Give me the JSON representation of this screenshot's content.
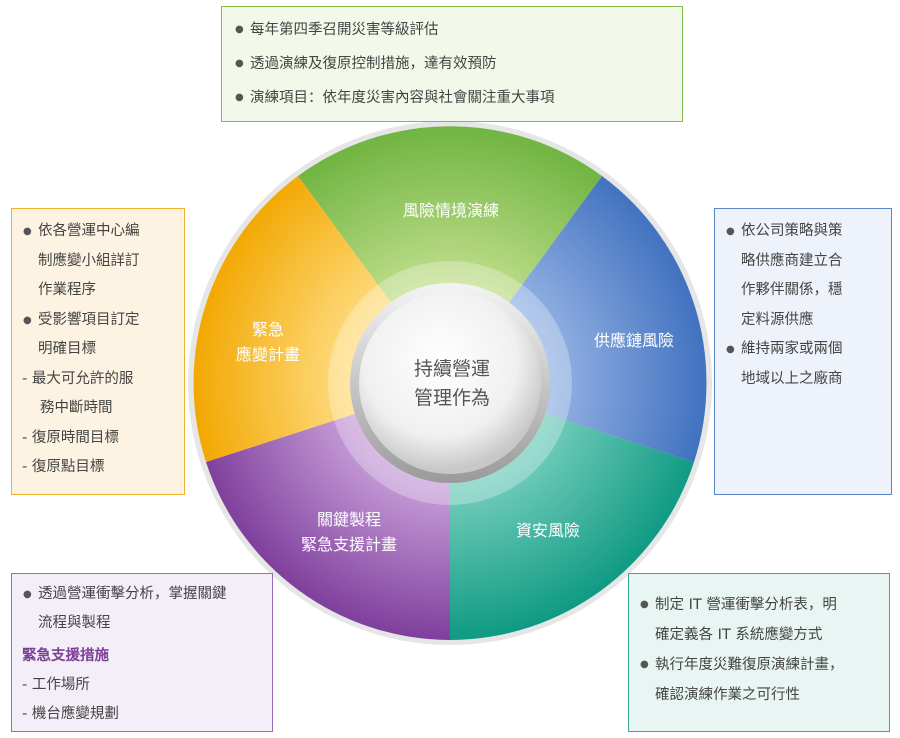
{
  "center": {
    "line1": "持續營運",
    "line2": "管理作為"
  },
  "segments": {
    "top": {
      "line1": "風險情境演練",
      "color": "#7cbf4d"
    },
    "right": {
      "line1": "供應鏈風險",
      "color": "#4f7fc6"
    },
    "bottom_right": {
      "line1": "資安風險",
      "color": "#1fa38e"
    },
    "bottom_left": {
      "line1": "關鍵製程",
      "line2": "緊急支援計畫",
      "color": "#8a4fa6"
    },
    "left": {
      "line1": "緊急",
      "line2": "應變計畫",
      "color": "#f2a900"
    }
  },
  "boxes": {
    "top": {
      "items": [
        "每年第四季召開災害等級評估",
        "透過演練及復原控制措施，達有效預防",
        "演練項目：依年度災害內容與社會關注重大事項"
      ]
    },
    "left": {
      "bullets": [
        [
          "依各營運中心編",
          "制應變小組詳訂",
          "作業程序"
        ],
        [
          "受影響項目訂定",
          "明確目標"
        ]
      ],
      "dashes": [
        [
          "- 最大可允許的服",
          "務中斷時間"
        ],
        [
          "- 復原時間目標"
        ],
        [
          "- 復原點目標"
        ]
      ]
    },
    "right": {
      "bullets": [
        [
          "依公司策略與策",
          "略供應商建立合",
          "作夥伴關係，穩",
          "定料源供應"
        ],
        [
          "維持兩家或兩個",
          "地域以上之廠商"
        ]
      ]
    },
    "bottom_left": {
      "bullet": [
        "透過營運衝擊分析，掌握關鍵",
        "流程與製程"
      ],
      "subhead": "緊急支援措施",
      "dashes": [
        "- 工作場所",
        "- 機台應變規劃"
      ]
    },
    "bottom_right": {
      "bullets": [
        [
          "制定 IT 營運衝擊分析表，明",
          "確定義各 IT 系統應變方式"
        ],
        [
          "執行年度災難復原演練計畫，",
          "確認演練作業之可行性"
        ]
      ]
    }
  }
}
